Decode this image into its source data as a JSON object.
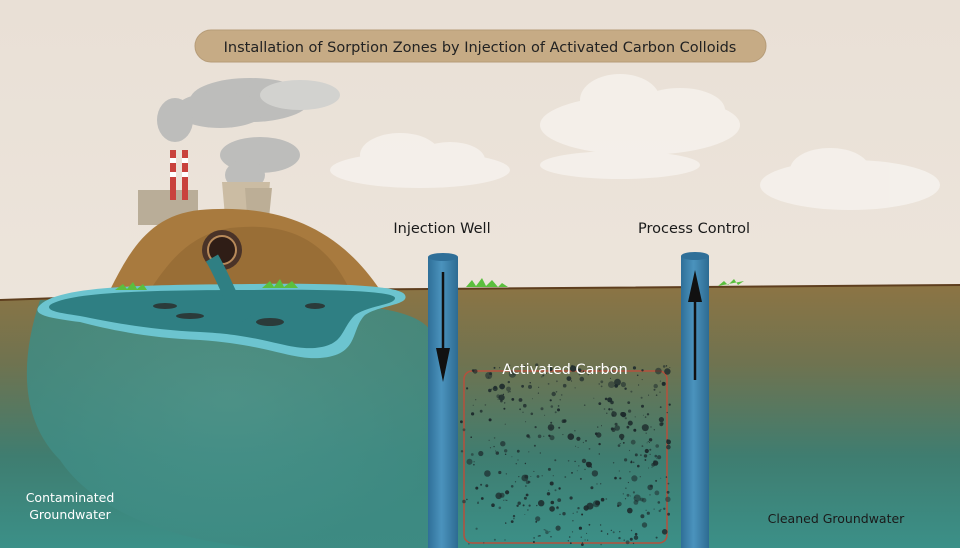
{
  "title": "Installation of Sorption Zones by Injection of Activated Carbon Colloids",
  "labels": {
    "injection_well": "Injection Well",
    "process_control": "Process Control",
    "activated_carbon": "Activated Carbon",
    "contaminated_line1": "Contaminated",
    "contaminated_line2": "Groundwater",
    "cleaned": "Cleaned Groundwater"
  },
  "colors": {
    "sky": "#ebe3d8",
    "title_pill": "#c6ab85",
    "soil": "#8a7448",
    "groundwater": "#3d8d85",
    "pond": "#2f7f83",
    "pond_edge": "#6cc4cf",
    "well": "#3f86b0",
    "carbon_zone_border": "#b5503c",
    "hill": "#a87a3e"
  }
}
